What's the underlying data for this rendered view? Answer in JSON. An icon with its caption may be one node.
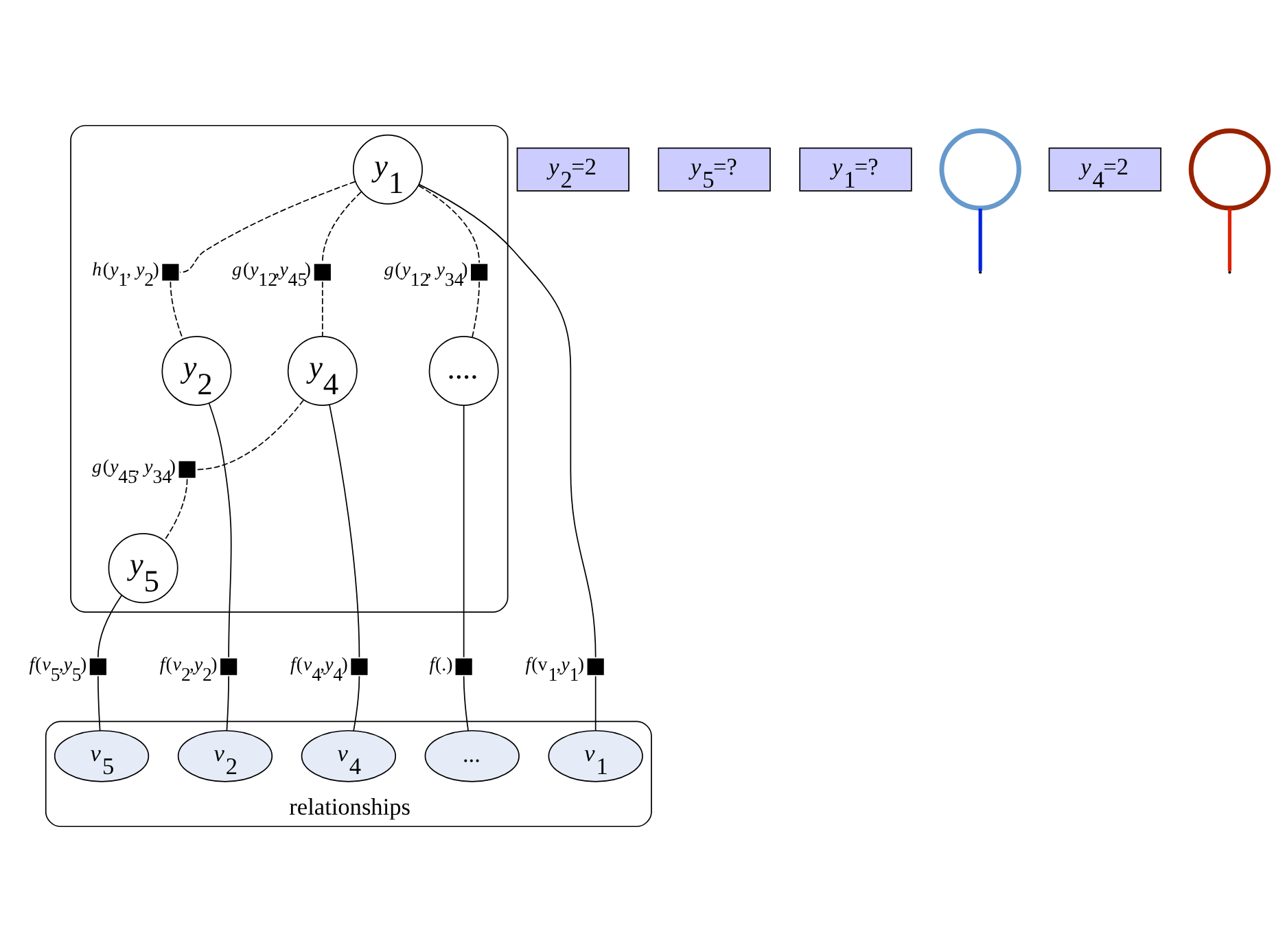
{
  "diagram": {
    "nodes": [
      {
        "text": [],
        "shape": "ellipse"
      },
      {
        "text": [
          "*y*$_{2}$"
        ],
        "in": 0
      },
      {
        "text": [
          "*y*$_{2}$=2"
        ]
      },
      {
        "text": [],
        "shape": "box",
        "in": 0,
        "beside": [
          "*h*(*y*$_{1}$, *y*$_{2}$)"
        ]
      },
      {
        "text": [
          "...."
        ],
        "in": 0
      },
      {
        "text": [
          "*y*$_{5}$"
        ],
        "in": 0
      },
      {
        "text": [
          "*y*$_{5}$=?"
        ]
      },
      {
        "text": [
          "*y*$_{1}$=?"
        ]
      },
      {
        "text": [
          "*y*$_{1}$"
        ],
        "in": 0
      },
      {
        "text": [],
        "shape": "box",
        "in": 0,
        "beside": [
          "*g*(*y*$_{12}$, *y*$_{34}$)"
        ]
      },
      {
        "text": [],
        "shape": "box",
        "in": 0,
        "beside": [
          "*g*(*y*$_{45}$, *y*$_{34}$)"
        ]
      },
      {
        "text": [],
        "shape": "circle"
      },
      {
        "text": [
          "*y*$_{4}$"
        ],
        "in": 0
      },
      {
        "text": [],
        "shape": "box",
        "in": 0,
        "beside": [
          "*g*(*y*$_{12}$,*y*$_{45}$)"
        ]
      },
      {
        "text": [
          "*y*$_{4}$=2"
        ]
      },
      {
        "text": [],
        "shape": "box",
        "beside": [
          "*f*(v$_{1}$,*y*$_{1}$)"
        ]
      },
      {
        "text": [],
        "shape": "box",
        "beside": [
          "*f*(*v*$_{2}$,*y*$_{2}$)"
        ]
      },
      {
        "text": [],
        "shape": "box",
        "beside": [
          "*f*(.)"
        ]
      },
      {
        "text": [],
        "shape": "box",
        "beside": [
          "*f*(*v*$_{4}$,*y*$_{4}$)"
        ]
      },
      {
        "text": [],
        "shape": "box",
        "beside": [
          "*f*(*v*$_{5}$,*y*$_{5}$)"
        ]
      },
      {
        "text": [],
        "shape": "circle"
      },
      {
        "text": [
          "relationships"
        ]
      },
      {
        "text": [
          "*v*$_{1}$"
        ],
        "in": 21
      },
      {
        "text": [
          "..."
        ],
        "in": 21
      },
      {
        "text": [
          "*v*$_{5}$"
        ],
        "in": 21
      },
      {
        "text": [
          "*v*$_{2}$"
        ],
        "in": 21
      },
      {
        "text": [
          "*v*$_{4}$"
        ],
        "in": 21
      }
    ],
    "edges": [
      {
        "from": 8,
        "to": 3,
        "arrow": "none",
        "style": "dashed"
      },
      {
        "from": 3,
        "to": 1,
        "arrow": "none",
        "style": "dashed"
      },
      {
        "from": 8,
        "to": 9,
        "arrow": "none",
        "style": "dashed"
      },
      {
        "from": 9,
        "to": 4,
        "arrow": "none",
        "style": "dashed"
      },
      {
        "from": 8,
        "to": 13,
        "arrow": "none",
        "style": "dashed"
      },
      {
        "from": 13,
        "to": 12,
        "arrow": "none",
        "style": "dashed"
      },
      {
        "from": 12,
        "to": 10,
        "arrow": "none",
        "style": "dashed"
      },
      {
        "from": 10,
        "to": 5,
        "arrow": "none",
        "style": "dashed"
      },
      {
        "from": 8,
        "to": 15,
        "arrow": "none"
      },
      {
        "from": 15,
        "to": 22,
        "arrow": "none"
      },
      {
        "from": 1,
        "to": 16,
        "arrow": "none"
      },
      {
        "from": 16,
        "to": 25,
        "arrow": "none"
      },
      {
        "from": 4,
        "to": 17,
        "arrow": "none"
      },
      {
        "from": 17,
        "to": 23,
        "arrow": "none"
      },
      {
        "from": 12,
        "to": 18,
        "arrow": "none"
      },
      {
        "from": 18,
        "to": 26,
        "arrow": "none"
      },
      {
        "from": 5,
        "to": 19,
        "arrow": "none"
      },
      {
        "from": 19,
        "to": 24,
        "arrow": "none"
      },
      {
        "from": 11,
        "to": null,
        "arrow": "none",
        "style": "thick",
        "color": "#0022dd"
      },
      {
        "from": 20,
        "to": null,
        "arrow": "none",
        "style": "thick",
        "color": "#dd2200"
      }
    ]
  }
}
